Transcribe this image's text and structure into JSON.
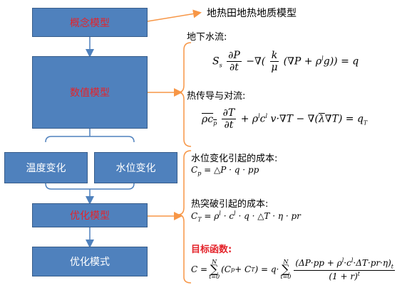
{
  "boxes": {
    "concept_model": "概念模型",
    "numerical_model": "数值模型",
    "temperature_change": "温度变化",
    "water_level_change": "水位变化",
    "optimization_model": "优化模型",
    "optimization_mode": "优化模式"
  },
  "labels": {
    "geothermal_geology_model": "地热田地热地质模型",
    "groundwater_flow": "地下水流:",
    "heat_conduction_convection": "热传导与对流:",
    "water_level_cost": "水位变化引起的成本:",
    "thermal_breakthrough_cost": "热突破引起的成本:",
    "objective_function": "目标函数:"
  },
  "equations": {
    "groundwater": {
      "lhs_coeff": "S",
      "lhs_sub": "s",
      "deriv_num": "∂P",
      "deriv_den": "∂t",
      "middle": "−∇(",
      "k_num": "k",
      "mu_den": "μ",
      "rest": "(∇P + ρ",
      "rest_sup": "l",
      "rest_end": "g)) = q"
    },
    "heat": {
      "prefix": "ρc",
      "prefix_sub": "p",
      "deriv_num": "∂T",
      "deriv_den": "∂t",
      "plus": "+ ρ",
      "sup1": "l",
      "c": "c",
      "sup2": "l",
      "v_term": "v·∇T − ∇(",
      "lambda": "λ",
      "end": "∇T) = q",
      "end_sub": "T"
    },
    "cost_p": "C",
    "cost_p_sub": "p",
    "cost_p_rhs": "= △P · q · pp",
    "cost_t": "C",
    "cost_t_sub": "T",
    "cost_t_rhs": "= ρ",
    "cost_t_sup": "l",
    "cost_t_mid": "· c",
    "cost_t_sup2": "l",
    "cost_t_end": "· q · △T · η · pr",
    "objective_lhs": "C = ",
    "sum_top": "N",
    "sum_bottom": "t=0",
    "objective_mid": "(C",
    "objective_p": "p",
    "objective_plus": " + C",
    "objective_t": "T",
    "objective_close": ") = q·",
    "objective_num": "(ΔP·pp + ρ",
    "objective_num_sup": "l",
    "objective_num_mid": "·c",
    "objective_num_sup2": "l",
    "objective_num_end": "·ΔT·pr·η)",
    "objective_num_sub": "t",
    "objective_den": "(1 + r)",
    "objective_den_sup": "t"
  }
}
